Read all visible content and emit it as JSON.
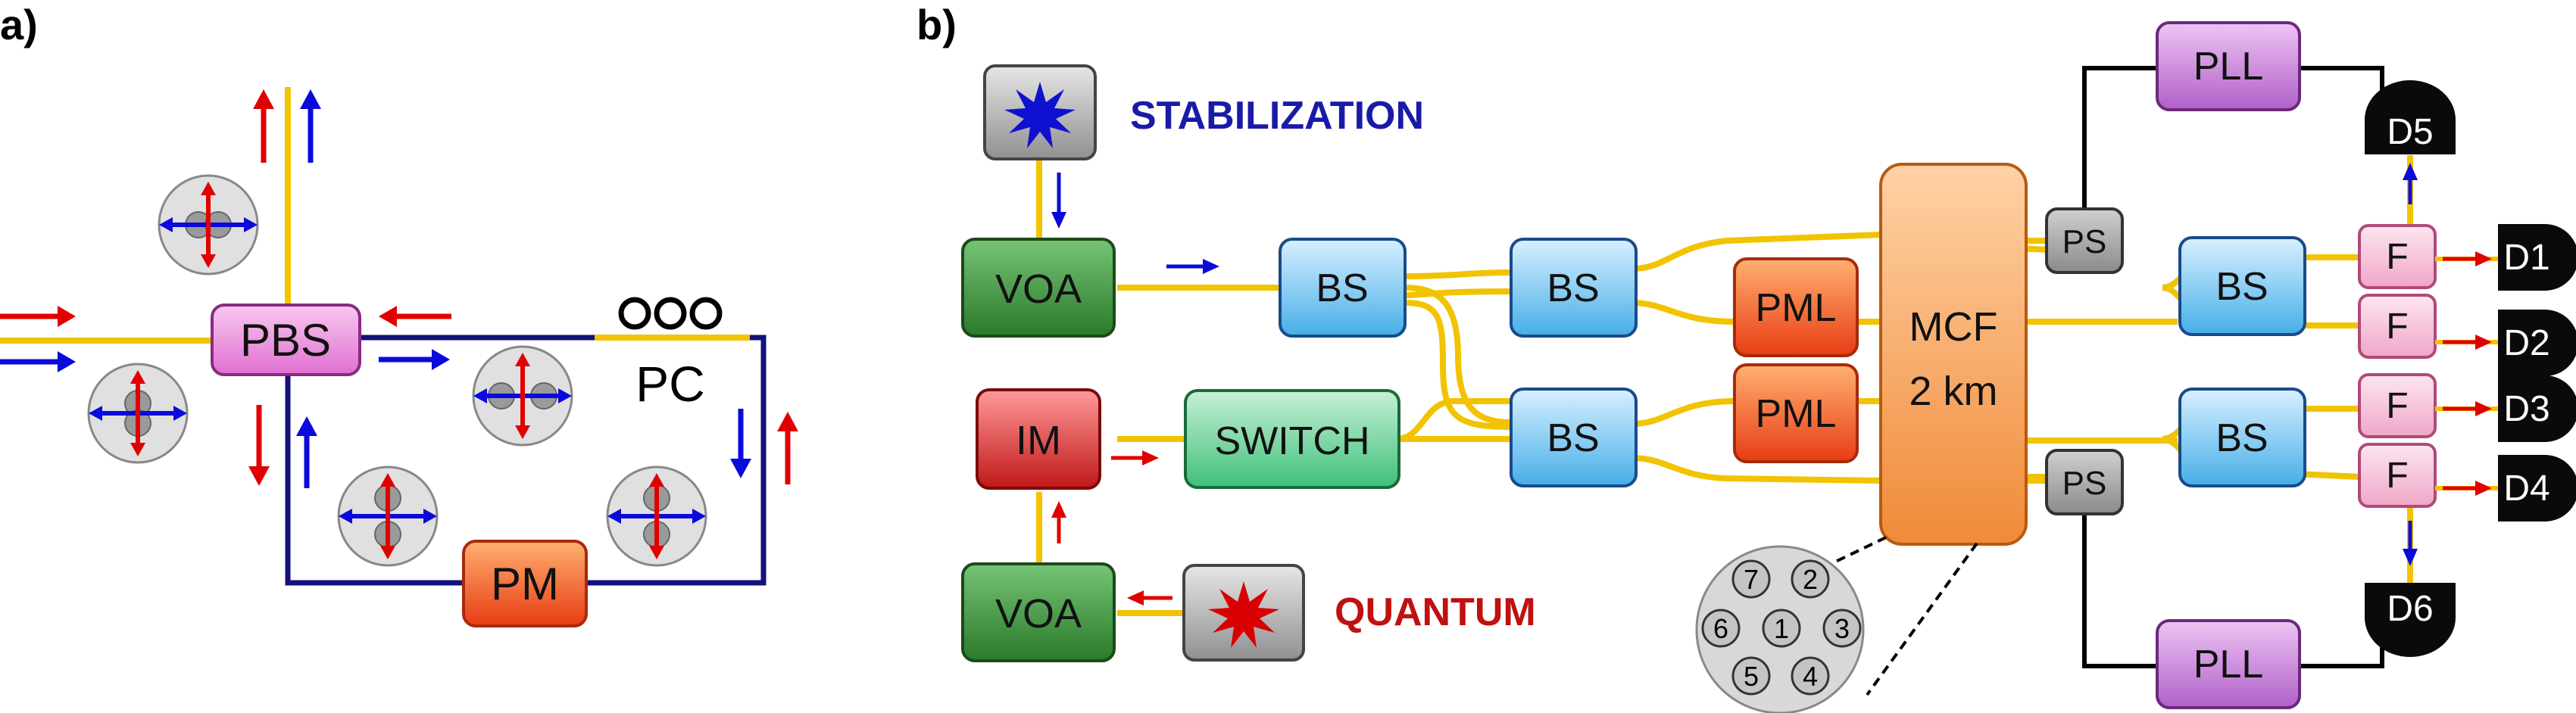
{
  "panels": {
    "a": "a)",
    "b": "b)"
  },
  "panel_a": {
    "pbs": "PBS",
    "pm": "PM",
    "pc": "PC"
  },
  "panel_b": {
    "stabilization": "STABILIZATION",
    "quantum": "QUANTUM",
    "voa_top": "VOA",
    "voa_bottom": "VOA",
    "im": "IM",
    "switch": "SWITCH",
    "bs1": "BS",
    "bs2": "BS",
    "bs3": "BS",
    "bs4": "BS",
    "bs5": "BS",
    "pml_top": "PML",
    "pml_bottom": "PML",
    "mcf_line1": "MCF",
    "mcf_line2": "2 km",
    "ps_top": "PS",
    "ps_bottom": "PS",
    "pll_top": "PLL",
    "pll_bottom": "PLL",
    "filters": [
      "F",
      "F",
      "F",
      "F"
    ],
    "detectors": [
      "D1",
      "D2",
      "D3",
      "D4",
      "D5",
      "D6"
    ],
    "cores": [
      "1",
      "2",
      "3",
      "4",
      "5",
      "6",
      "7"
    ]
  },
  "colors": {
    "fiber": "#f2c300",
    "blue_arrow": "#0a0adc",
    "red_arrow": "#e00000",
    "wire": "#12127a",
    "stabilization_text": "#1a1aa8",
    "quantum_text": "#c01010"
  }
}
